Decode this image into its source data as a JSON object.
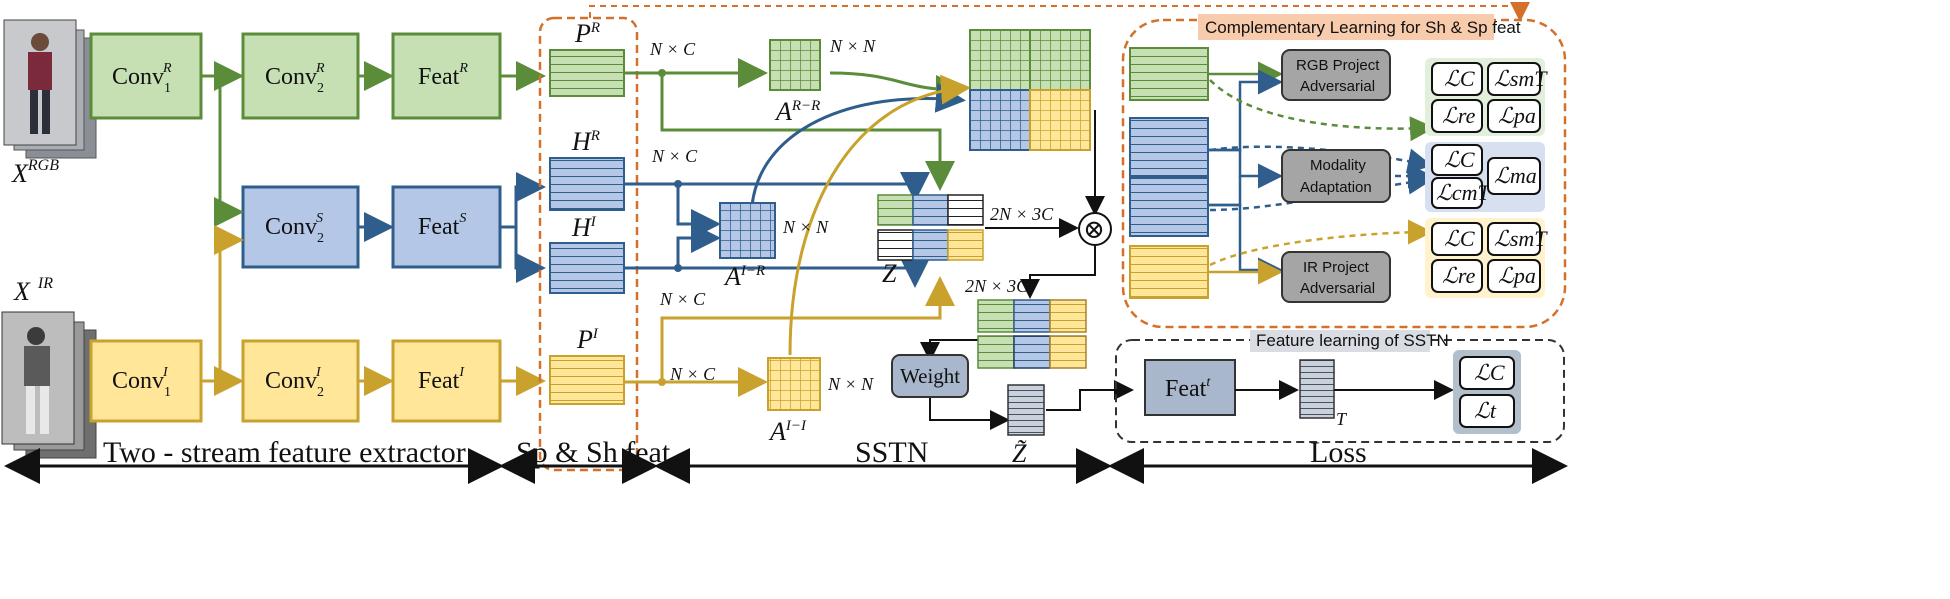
{
  "inputs": {
    "rgb_label": "X",
    "rgb_sup": "RGB",
    "ir_label": "X",
    "ir_sup": "IR"
  },
  "boxes": {
    "conv1r": "Conv",
    "conv1r_sub": "1",
    "conv1r_sup": "R",
    "conv2r": "Conv",
    "conv2r_sub": "2",
    "conv2r_sup": "R",
    "featr": "Feat",
    "featr_sup": "R",
    "conv2s": "Conv",
    "conv2s_sub": "2",
    "conv2s_sup": "S",
    "feats": "Feat",
    "feats_sup": "S",
    "conv1i": "Conv",
    "conv1i_sub": "1",
    "conv1i_sup": "I",
    "conv2i": "Conv",
    "conv2i_sub": "2",
    "conv2i_sup": "I",
    "feati": "Feat",
    "feati_sup": "I"
  },
  "features": {
    "pr": "P",
    "pr_sup": "R",
    "hr": "H",
    "hr_sup": "R",
    "hi": "H",
    "hi_sup": "I",
    "pi": "P",
    "pi_sup": "I"
  },
  "sstn": {
    "nc1": "N × C",
    "nc2": "N × C",
    "nc3": "N × C",
    "nc4": "N × C",
    "nn1": "N × N",
    "nn2": "N × N",
    "nn3": "N × N",
    "arr": "A",
    "arr_sup": "R−R",
    "air": "A",
    "air_sup": "I−R",
    "aii": "A",
    "aii_sup": "I−I",
    "z": "Z",
    "dim1": "2N × 3C",
    "dim2": "2N × 3C",
    "weight": "Weight",
    "ztilde": "Z̃",
    "otimes": "⊗"
  },
  "loss_panel": {
    "title": "Complementary Learning for Sh & Sp feat",
    "rgb_module_l1": "RGB Project",
    "rgb_module_l2": "Adversarial",
    "mod_module_l1": "Modality",
    "mod_module_l2": "Adaptation",
    "ir_module_l1": "IR Project",
    "ir_module_l2": "Adversarial",
    "rgb_losses": [
      "ℒC",
      "ℒsmT",
      "ℒre",
      "ℒpa"
    ],
    "mod_losses": [
      "ℒC",
      "ℒcmT",
      "ℒma"
    ],
    "ir_losses": [
      "ℒC",
      "ℒsmT",
      "ℒre",
      "ℒpa"
    ]
  },
  "sstn_panel": {
    "title": "Feature learning of SSTN",
    "feat": "Feat",
    "feat_sup": "t",
    "t_label": "T",
    "losses": [
      "ℒC",
      "ℒt"
    ]
  },
  "sections": {
    "extractor": "Two - stream feature extractor",
    "spsh": "Sp & Sh feat",
    "sstn": "SSTN",
    "loss": "Loss"
  },
  "colors": {
    "green": "#5b8c3a",
    "green_fill": "#c6e0b4",
    "blue": "#2f5d8c",
    "blue_fill": "#b4c7e7",
    "yellow": "#c8a22d",
    "yellow_fill": "#ffe699",
    "orange": "#d4702a",
    "gray": "#a5a5a5"
  }
}
